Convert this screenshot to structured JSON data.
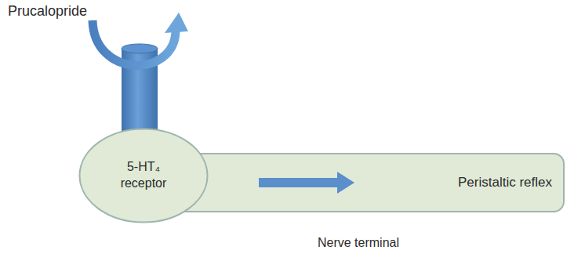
{
  "diagram": {
    "nodes": [
      {
        "text": [
          "5-HT₄ receptor"
        ]
      },
      {
        "text": [
          "Peristaltic reflex",
          "Nerve terminal"
        ]
      }
    ],
    "edges": [
      {
        "from": 0,
        "to": 1,
        "arrow": "to"
      }
    ],
    "labels": [
      "Prucalopride"
    ]
  }
}
